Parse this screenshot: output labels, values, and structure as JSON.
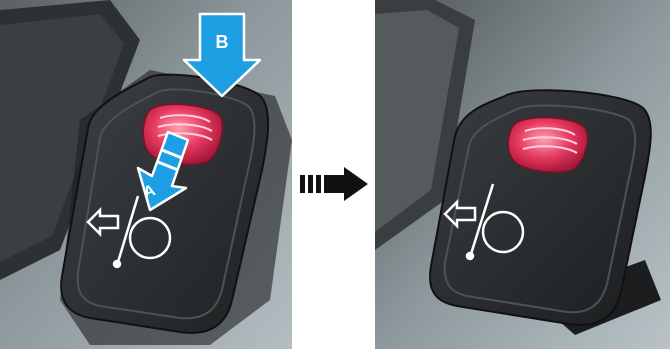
{
  "steps": {
    "a_label": "A",
    "b_label": "B"
  },
  "icons": {
    "left_panel_switch": "parking-brake-rocker-switch",
    "right_panel_switch": "parking-brake-rocker-switch",
    "transition": "right-arrow"
  },
  "colors": {
    "background_light": "#a9b3b7",
    "background_dark": "#4a5052",
    "switch_body": "#2b2d2f",
    "lock_button": "#e0355a",
    "callout_arrow": "#1e9fe3"
  }
}
